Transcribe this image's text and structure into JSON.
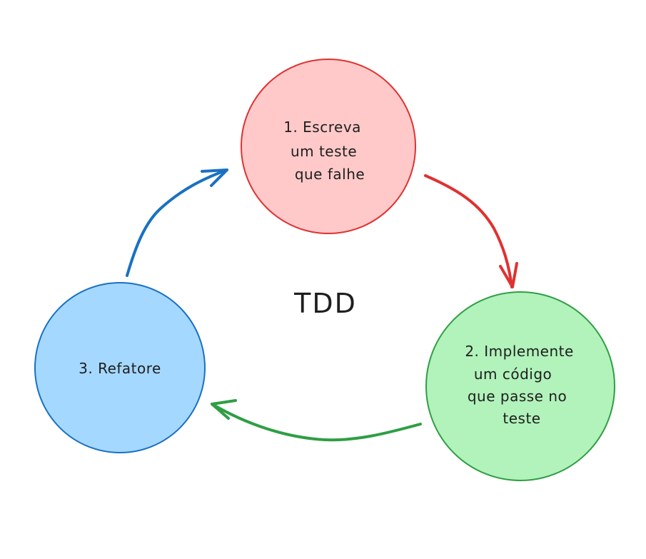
{
  "title": "TDD",
  "steps": [
    {
      "lines": [
        "1. Escreva",
        "um teste",
        "que falhe"
      ],
      "fill": "#ffc9c9",
      "stroke": "#e03131"
    },
    {
      "lines": [
        "2. Implemente",
        "um código",
        "que passe no",
        "teste"
      ],
      "fill": "#b2f2bb",
      "stroke": "#2f9e44"
    },
    {
      "lines": [
        "3. Refatore"
      ],
      "fill": "#a5d8ff",
      "stroke": "#1971c2"
    }
  ],
  "arrow_colors": {
    "red": "#e03131",
    "green": "#2f9e44",
    "blue": "#1971c2"
  }
}
